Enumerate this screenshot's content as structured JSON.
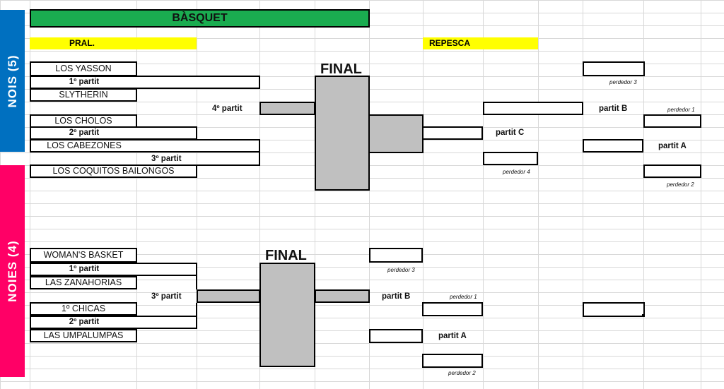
{
  "title": "BÀSQUET",
  "pral": "PRAL.",
  "repesca": "REPESCA",
  "colors": {
    "green": "#1aac50",
    "yellow": "#ffff00",
    "blue": "#0070c0",
    "pink": "#ff0066",
    "gray": "#c0c0c0"
  },
  "nois": {
    "side_label": "NOIS (5)",
    "teams": [
      "LOS YASSON",
      "SLYTHERIN",
      "LOS CHOLOS",
      "LOS CABEZONES",
      "LOS COQUITOS BAILONGOS"
    ],
    "matches": [
      "1º partit",
      "2º partit",
      "3º partit",
      "4º partit"
    ],
    "final": "FINAL",
    "repesca": {
      "partit_a": "partit A",
      "partit_b": "partit B",
      "partit_c": "partit C",
      "perdedor_1": "perdedor 1",
      "perdedor_2": "perdedor 2",
      "perdedor_3": "perdedor 3",
      "perdedor_4": "perdedor 4"
    }
  },
  "noies": {
    "side_label": "NOIES (4)",
    "teams": [
      "WOMAN'S BASKET",
      "LAS ZANAHORIAS",
      "1º CHICAS",
      "LAS UMPALUMPAS"
    ],
    "matches": [
      "1º partit",
      "2º partit",
      "3º partit"
    ],
    "final": "FINAL",
    "repesca": {
      "partit_a": "partit A",
      "partit_b": "partit B",
      "perdedor_1": "perdedor 1",
      "perdedor_2": "perdedor 2",
      "perdedor_3": "perdedor 3"
    }
  }
}
